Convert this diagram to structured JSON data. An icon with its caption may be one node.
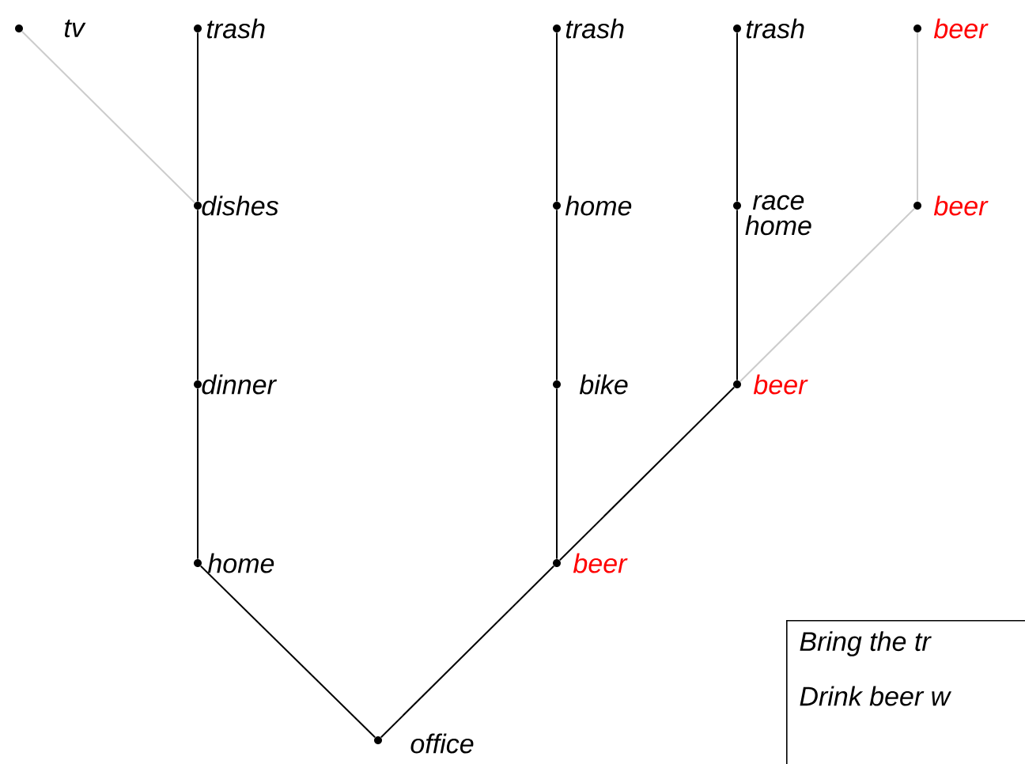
{
  "diagram": {
    "nodes": [
      {
        "text": [
          "tv"
        ]
      },
      {
        "text": [
          "trash"
        ]
      },
      {
        "text": [
          "dishes"
        ]
      },
      {
        "text": [
          "dinner"
        ]
      },
      {
        "text": [
          "home"
        ]
      },
      {
        "text": [
          "office"
        ]
      },
      {
        "text": [
          "trash"
        ]
      },
      {
        "text": [
          "home"
        ]
      },
      {
        "text": [
          "bike"
        ]
      },
      {
        "text": [
          "beer"
        ]
      },
      {
        "text": [
          "trash"
        ]
      },
      {
        "text": [
          "race home"
        ]
      },
      {
        "text": [
          "beer"
        ]
      },
      {
        "text": [
          "beer"
        ]
      },
      {
        "text": [
          "beer"
        ]
      },
      {
        "text": [
          "Bring the tr",
          "Drink beer w"
        ]
      }
    ],
    "edges": [
      {
        "from": 0,
        "to": 2,
        "arrow": "none",
        "color": "#cccccc"
      },
      {
        "from": 1,
        "to": 2,
        "arrow": "none"
      },
      {
        "from": 2,
        "to": 3,
        "arrow": "none"
      },
      {
        "from": 3,
        "to": 4,
        "arrow": "none"
      },
      {
        "from": 4,
        "to": 5,
        "arrow": "none"
      },
      {
        "from": 6,
        "to": 7,
        "arrow": "none"
      },
      {
        "from": 7,
        "to": 8,
        "arrow": "none"
      },
      {
        "from": 8,
        "to": 9,
        "arrow": "none"
      },
      {
        "from": 9,
        "to": 5,
        "arrow": "none"
      },
      {
        "from": 10,
        "to": 11,
        "arrow": "none"
      },
      {
        "from": 11,
        "to": 12,
        "arrow": "none"
      },
      {
        "from": 12,
        "to": 9,
        "arrow": "none"
      },
      {
        "from": 13,
        "to": 14,
        "arrow": "none",
        "color": "#cccccc"
      },
      {
        "from": 14,
        "to": 12,
        "arrow": "none",
        "color": "#cccccc"
      }
    ]
  }
}
